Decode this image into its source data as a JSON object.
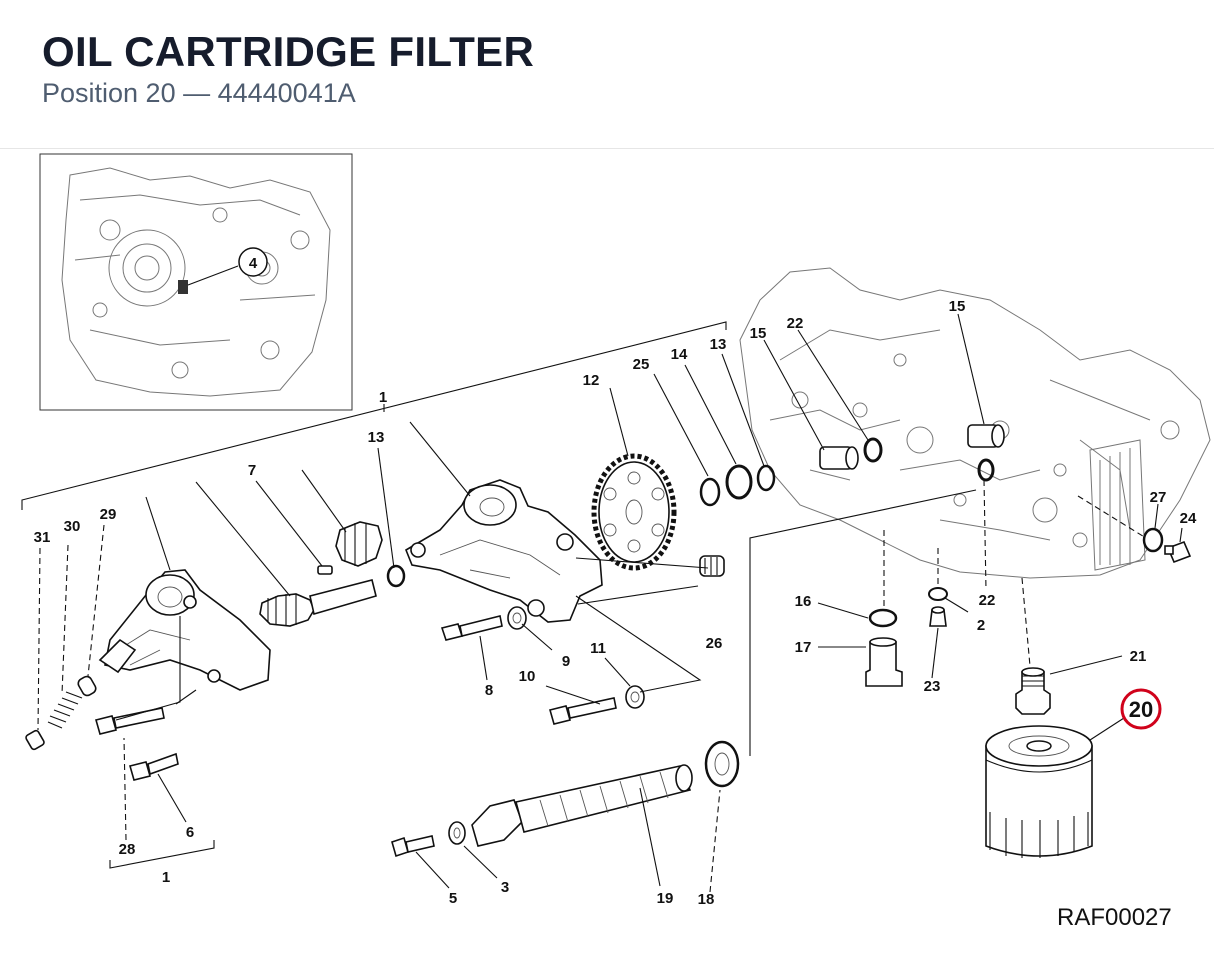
{
  "header": {
    "title": "OIL CARTRIDGE FILTER",
    "subtitle": "Position 20 — 44440041A"
  },
  "drawing_code": "RAF00027",
  "highlight": {
    "label": "20",
    "color": "#d0021b"
  },
  "inset": {
    "label": "4"
  },
  "callouts": {
    "c1_top": "1",
    "c1_bottom": "1",
    "c2": "2",
    "c3": "3",
    "c5": "5",
    "c6": "6",
    "c7": "7",
    "c8": "8",
    "c9": "9",
    "c10": "10",
    "c11": "11",
    "c12": "12",
    "c13_left": "13",
    "c13_right": "13",
    "c14": "14",
    "c15_left": "15",
    "c15_right": "15",
    "c16": "16",
    "c17": "17",
    "c18": "18",
    "c19": "19",
    "c21": "21",
    "c22_top": "22",
    "c22_right": "22",
    "c23": "23",
    "c24": "24",
    "c25": "25",
    "c26": "26",
    "c27": "27",
    "c28": "28",
    "c29": "29",
    "c30": "30",
    "c31": "31"
  }
}
